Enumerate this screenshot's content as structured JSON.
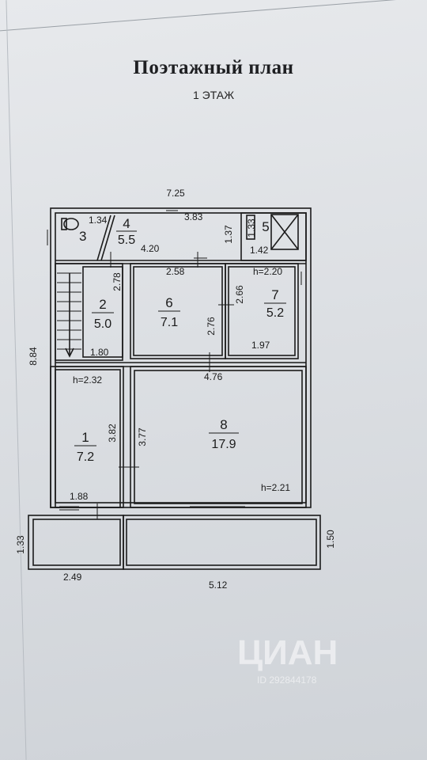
{
  "plan": {
    "title": "Поэтажный план",
    "floor": "1 ЭТАЖ"
  },
  "dimensions": {
    "overall_width": "7.25",
    "overall_height": "8.84",
    "r3_w": "1.34",
    "r4_w": "3.83",
    "corridor_w": "4.20",
    "r5_h": "1.37",
    "r5_h2": "1.33",
    "r5_w": "1.42",
    "r2_h": "2.78",
    "r2_w": "1.80",
    "r6_w": "2.58",
    "r6_h": "2.76",
    "r7_h": "2.66",
    "r7_w": "1.97",
    "r8_w": "4.76",
    "r1_h": "3.82",
    "r8_h": "3.77",
    "r1_w": "1.88",
    "porch_h": "1.33",
    "porch_w": "2.49",
    "terrace_w": "5.12",
    "terrace_h": "1.50"
  },
  "ceilings": {
    "r7": "h=2.20",
    "r1": "h=2.32",
    "r8": "h=2.21"
  },
  "rooms": {
    "r1": {
      "num": "1",
      "area": "7.2"
    },
    "r2": {
      "num": "2",
      "area": "5.0"
    },
    "r3": {
      "num": "3"
    },
    "r4": {
      "num": "4",
      "area": "5.5"
    },
    "r5": {
      "num": "5"
    },
    "r6": {
      "num": "6",
      "area": "7.1"
    },
    "r7": {
      "num": "7",
      "area": "5.2"
    },
    "r8": {
      "num": "8",
      "area": "17.9"
    }
  },
  "watermark": {
    "logo": "ЦИАН",
    "id": "ID 292844178"
  },
  "colors": {
    "line": "#1b1b1b",
    "paper": "#e3e5e8"
  }
}
